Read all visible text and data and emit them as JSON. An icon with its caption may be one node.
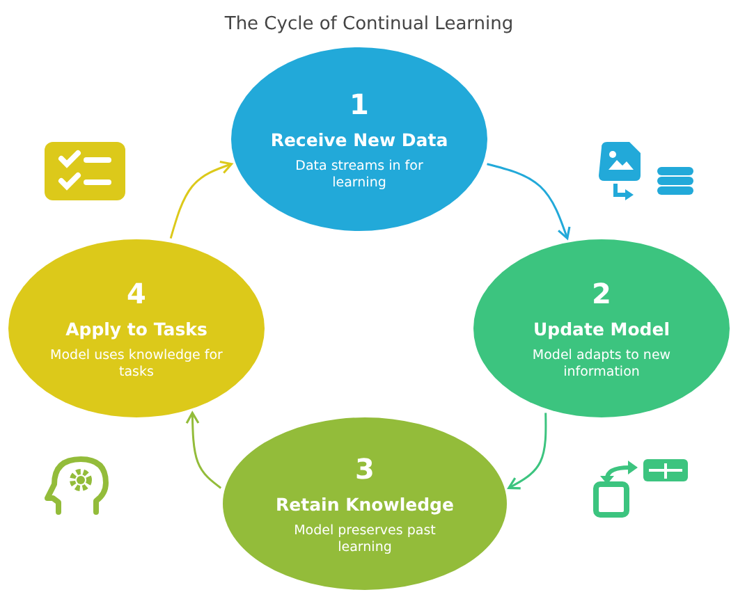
{
  "diagram": {
    "title": "The Cycle of Continual Learning",
    "nodes": [
      {
        "text": [
          "1",
          "Receive New Data",
          "Data streams in for learning"
        ]
      },
      {
        "text": [
          "2",
          "Update Model",
          "Model adapts to new information"
        ]
      },
      {
        "text": [
          "3",
          "Retain Knowledge",
          "Model preserves past learning"
        ]
      },
      {
        "text": [
          "4",
          "Apply to Tasks",
          "Model uses knowledge for tasks"
        ]
      }
    ],
    "edges": [
      {
        "from": 0,
        "to": 1,
        "arrow": "to",
        "color": "#22a9d9"
      },
      {
        "from": 1,
        "to": 2,
        "arrow": "to",
        "color": "#3cc47f"
      },
      {
        "from": 2,
        "to": 3,
        "arrow": "to",
        "color": "#93bc3a"
      },
      {
        "from": 3,
        "to": 0,
        "arrow": "to",
        "color": "#dcc91a"
      }
    ]
  }
}
